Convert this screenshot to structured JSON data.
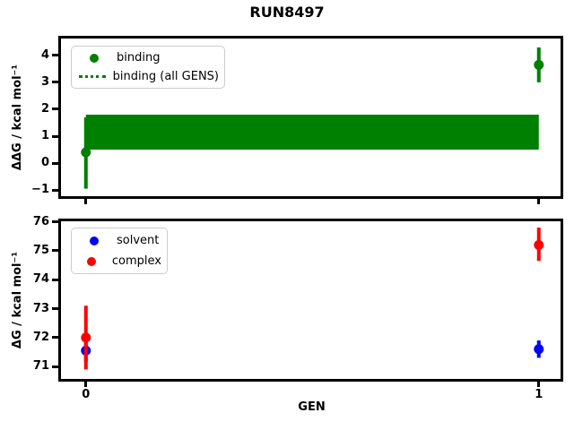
{
  "title": "RUN8497",
  "colors": {
    "binding": "#008000",
    "solvent": "#0000ff",
    "complex": "#ff0000",
    "axis": "#000000",
    "legend_border": "#cccccc",
    "background": "#ffffff"
  },
  "chart_data": [
    {
      "type": "scatter",
      "title": "",
      "xlabel": "",
      "ylabel": "ΔΔG / kcal mol⁻¹",
      "xlim": [
        -0.055,
        1.048
      ],
      "ylim": [
        -1.23,
        4.63
      ],
      "yticks": [
        -1,
        0,
        1,
        2,
        3,
        4
      ],
      "xticks": [
        0,
        1
      ],
      "xtick_labels_visible": false,
      "grid": false,
      "legend": {
        "position": "upper left",
        "entries": [
          {
            "label": "binding",
            "type": "marker",
            "color": "#008000"
          },
          {
            "label": "binding (all GENS)",
            "type": "dotted-line",
            "color": "#008000"
          }
        ]
      },
      "series": [
        {
          "name": "binding",
          "color": "#008000",
          "marker": "circle",
          "points": [
            {
              "x": 0,
              "y": 0.4,
              "y_err_low": -0.95,
              "y_err_high": 1.7
            },
            {
              "x": 1,
              "y": 3.65,
              "y_err_low": 3.0,
              "y_err_high": 4.3
            }
          ]
        }
      ],
      "band": {
        "name": "binding (all GENS)",
        "color": "#008000",
        "x_start": 0,
        "x_end": 1,
        "y_low": 0.5,
        "y_high": 1.8,
        "center": 1.15,
        "center_line_style": "dotted"
      }
    },
    {
      "type": "scatter",
      "title": "",
      "xlabel": "GEN",
      "ylabel": "ΔG / kcal mol⁻¹",
      "xlim": [
        -0.055,
        1.048
      ],
      "ylim": [
        70.57,
        76.02
      ],
      "yticks": [
        71,
        72,
        73,
        74,
        75,
        76
      ],
      "xticks": [
        0,
        1
      ],
      "xtick_labels_visible": true,
      "grid": false,
      "legend": {
        "position": "upper left",
        "entries": [
          {
            "label": "solvent",
            "type": "marker",
            "color": "#0000ff"
          },
          {
            "label": "complex",
            "type": "marker",
            "color": "#ff0000"
          }
        ]
      },
      "series": [
        {
          "name": "solvent",
          "color": "#0000ff",
          "marker": "circle",
          "points": [
            {
              "x": 0,
              "y": 71.55,
              "y_err_low": 71.15,
              "y_err_high": 71.95
            },
            {
              "x": 1,
              "y": 71.6,
              "y_err_low": 71.3,
              "y_err_high": 71.9
            }
          ]
        },
        {
          "name": "complex",
          "color": "#ff0000",
          "marker": "circle",
          "points": [
            {
              "x": 0,
              "y": 72.0,
              "y_err_low": 70.9,
              "y_err_high": 73.1
            },
            {
              "x": 1,
              "y": 75.2,
              "y_err_low": 74.65,
              "y_err_high": 75.8
            }
          ]
        }
      ]
    }
  ]
}
